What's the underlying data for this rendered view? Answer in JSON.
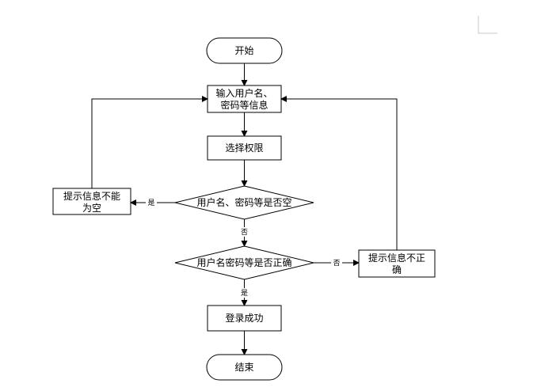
{
  "flowchart": {
    "start": "开始",
    "input_line1": "输入用户名、",
    "input_line2": "密码等信息",
    "select_permission": "选择权限",
    "check_empty": "用户名、密码等是否空",
    "prompt_left_line1": "提示信息不能",
    "prompt_left_line2": "为空",
    "check_correct": "用户名密码等是否正确",
    "prompt_right_line1": "提示信息不正",
    "prompt_right_line2": "确",
    "login_success": "登录成功",
    "end": "结束",
    "label_yes_left": "是",
    "label_no_mid": "否",
    "label_no_right": "否",
    "label_yes_bottom": "是"
  }
}
